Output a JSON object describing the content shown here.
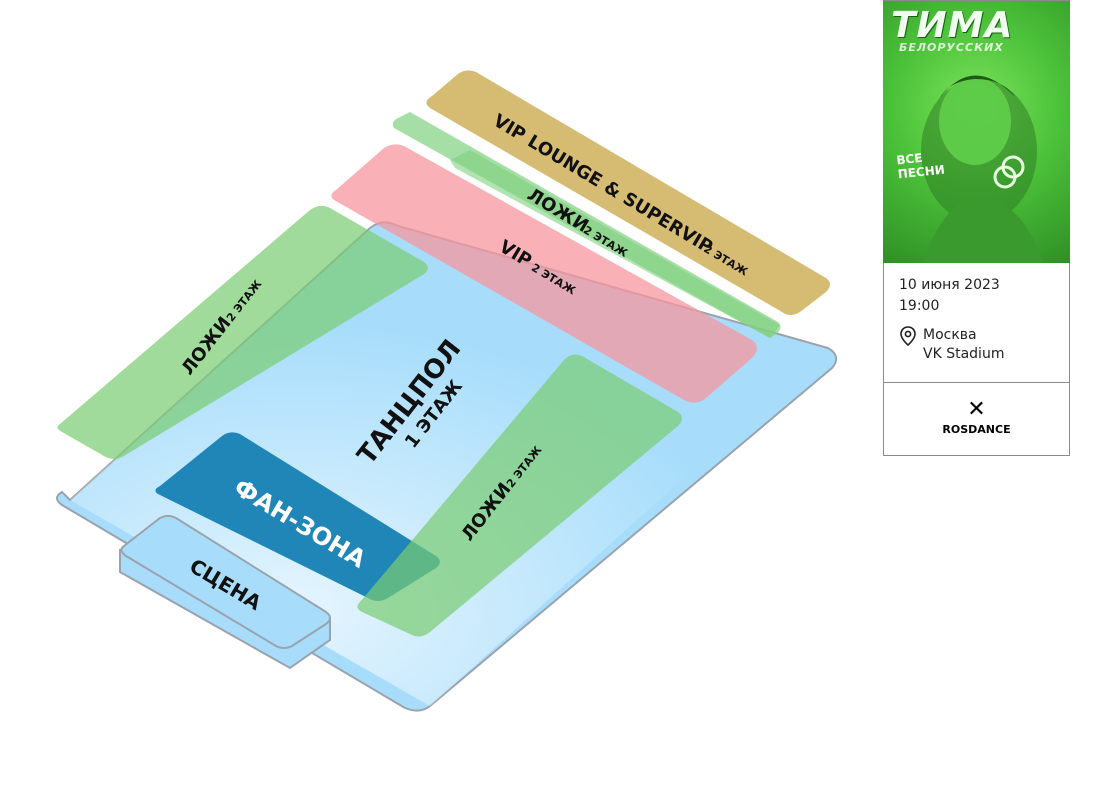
{
  "map": {
    "zones": {
      "vip_lounge": {
        "label": "VIP LOUNGE & SUPERVIP",
        "floor": "2 ЭТАЖ",
        "color": "#d4b86a"
      },
      "lodges_back": {
        "label": "ЛОЖИ",
        "floor": "2 ЭТАЖ",
        "color": "#7fd17f"
      },
      "vip": {
        "label": "VIP",
        "floor": "2 ЭТАЖ",
        "color": "#f2a0a8"
      },
      "lodges_left": {
        "label": "ЛОЖИ",
        "floor": "2 ЭТАЖ",
        "color": "#85d27f"
      },
      "lodges_right": {
        "label": "ЛОЖИ",
        "floor": "2 ЭТАЖ",
        "color": "#85d27f"
      },
      "dance_floor": {
        "label": "ТАНЦПОЛ",
        "floor": "1 ЭТАЖ",
        "color": "#a7ddfb"
      },
      "fan_zone": {
        "label": "ФАН-ЗОНА",
        "color": "#1f86b7"
      },
      "stage": {
        "label": "СЦЕНА",
        "color": "#a7ddfb"
      }
    }
  },
  "ticket": {
    "poster": {
      "artist": "ТИМА",
      "artist_sub": "БЕЛОРУССКИХ",
      "tag_line1": "ВСЕ",
      "tag_line2": "ПЕСНИ"
    },
    "date": "10 июня 2023",
    "time": "19:00",
    "city": "Москва",
    "venue": "VK Stadium",
    "organizer": "ROSDANCE",
    "organizer_mark": "✕",
    "icons": {
      "location": "map-pin-icon"
    }
  }
}
